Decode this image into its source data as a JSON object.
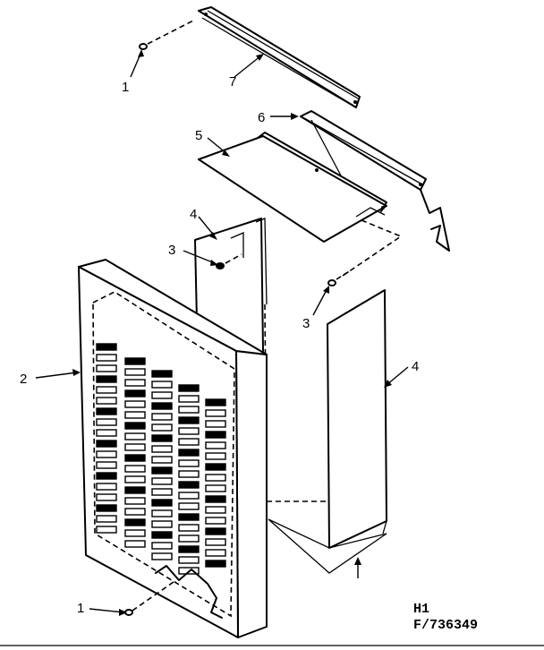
{
  "callouts": {
    "c1_top": "1",
    "c7": "7",
    "c6": "6",
    "c5": "5",
    "c4_left": "4",
    "c3_left": "3",
    "c3_right": "3",
    "c2": "2",
    "c4_right": "4",
    "c1_bottom": "1"
  },
  "drawing_code": {
    "line1": "H1",
    "line2": "F/736349"
  },
  "parts": [
    "screw-1-top",
    "bracket-7",
    "bracket-6",
    "panel-5",
    "side-panel-4-left",
    "screw-3-left",
    "screw-3-right",
    "grille-2",
    "side-panel-4-right",
    "screw-1-bottom"
  ]
}
